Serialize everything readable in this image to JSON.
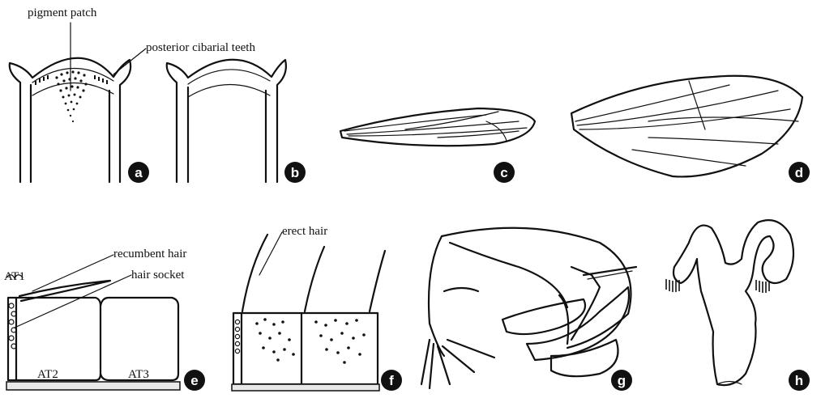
{
  "labels": {
    "pigment_patch": "pigment patch",
    "posterior_cibarial_teeth": "posterior cibarial teeth",
    "recumbent_hair": "recumbent hair",
    "hair_socket": "hair socket",
    "erect_hair": "erect hair",
    "at1": "AT1",
    "at2": "AT2",
    "at3": "AT3"
  },
  "panels": [
    "a",
    "b",
    "c",
    "d",
    "e",
    "f",
    "g",
    "h"
  ]
}
